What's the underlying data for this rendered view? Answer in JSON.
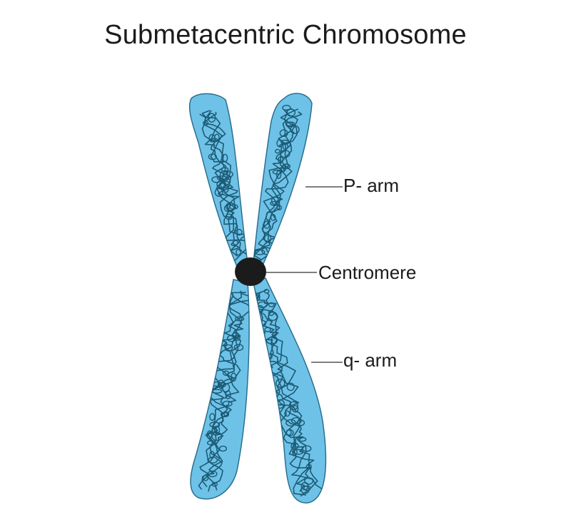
{
  "title": "Submetacentric Chromosome",
  "labels": {
    "p_arm": "P- arm",
    "centromere": "Centromere",
    "q_arm": "q- arm"
  },
  "colors": {
    "arm_fill": "#6ec2e8",
    "arm_outline": "#2a6f8e",
    "chromatin": "#1c5a74",
    "centromere": "#1b1b1b",
    "leader_line": "#333333",
    "text": "#1b1b1b"
  }
}
